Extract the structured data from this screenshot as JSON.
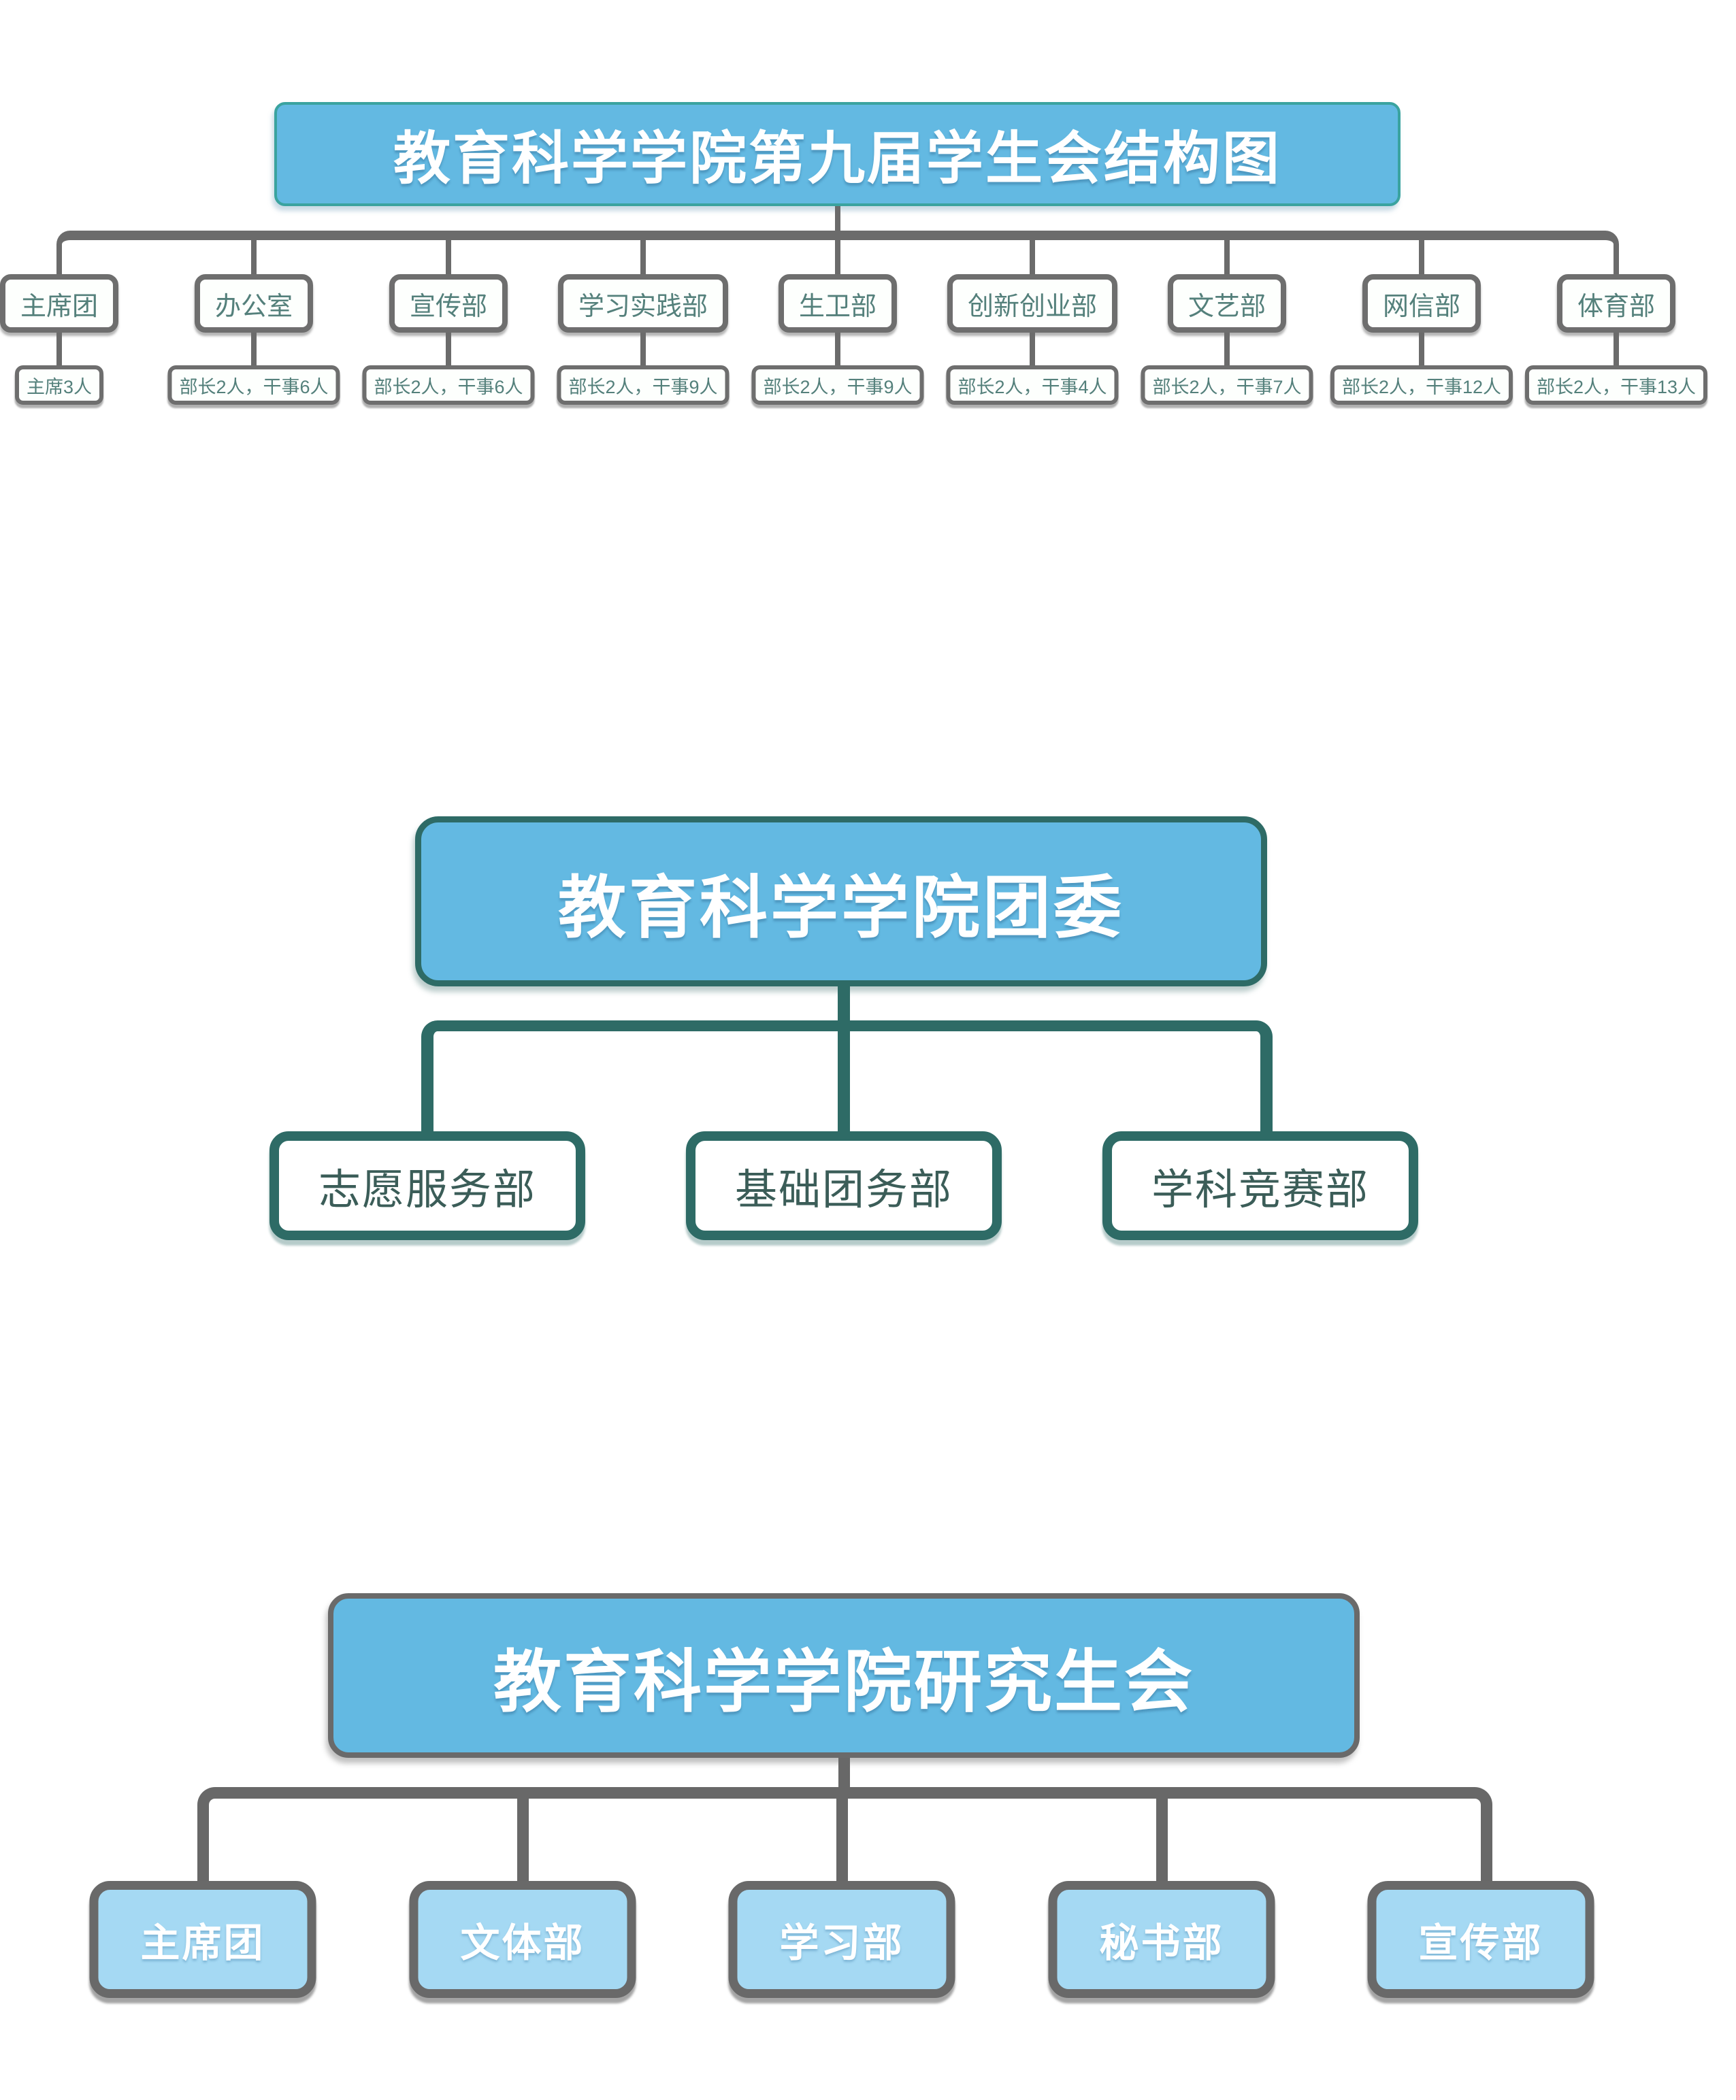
{
  "colors": {
    "title_fill_blue": "#63b9e2",
    "small_box_blue": "#a5d9f3",
    "teal_border": "#2e6b66",
    "title_teal_border": "#3aa39f",
    "gray_border": "#6a6a6a",
    "teal_text": "#54807b",
    "dark_teal_text": "#3b5d58",
    "white_text": "#ffffff"
  },
  "charts": [
    {
      "id": "student-union",
      "title": "教育科学学院第九届学生会结构图",
      "departments": [
        {
          "label": "主席团",
          "staff": "主席3人"
        },
        {
          "label": "办公室",
          "staff": "部长2人，干事6人"
        },
        {
          "label": "宣传部",
          "staff": "部长2人，干事6人"
        },
        {
          "label": "学习实践部",
          "staff": "部长2人，干事9人"
        },
        {
          "label": "生卫部",
          "staff": "部长2人，干事9人"
        },
        {
          "label": "创新创业部",
          "staff": "部长2人，干事4人"
        },
        {
          "label": "文艺部",
          "staff": "部长2人，干事7人"
        },
        {
          "label": "网信部",
          "staff": "部长2人，干事12人"
        },
        {
          "label": "体育部",
          "staff": "部长2人，干事13人"
        }
      ]
    },
    {
      "id": "youth-league",
      "title": "教育科学学院团委",
      "departments": [
        {
          "label": "志愿服务部"
        },
        {
          "label": "基础团务部"
        },
        {
          "label": "学科竞赛部"
        }
      ]
    },
    {
      "id": "graduate-union",
      "title": "教育科学学院研究生会",
      "departments": [
        {
          "label": "主席团"
        },
        {
          "label": "文体部"
        },
        {
          "label": "学习部"
        },
        {
          "label": "秘书部"
        },
        {
          "label": "宣传部"
        }
      ]
    }
  ]
}
